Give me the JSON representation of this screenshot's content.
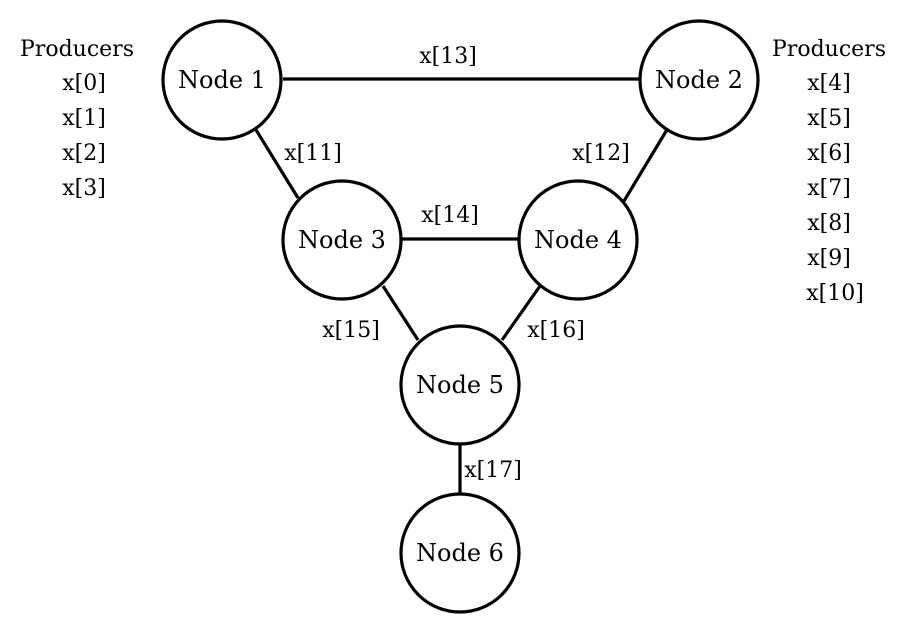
{
  "nodes": [
    {
      "id": "n1",
      "label": "Node 1"
    },
    {
      "id": "n2",
      "label": "Node 2"
    },
    {
      "id": "n3",
      "label": "Node 3"
    },
    {
      "id": "n4",
      "label": "Node 4"
    },
    {
      "id": "n5",
      "label": "Node 5"
    },
    {
      "id": "n6",
      "label": "Node 6"
    }
  ],
  "edges": [
    {
      "id": "e13",
      "from": "n1",
      "to": "n2",
      "label": "x[13]"
    },
    {
      "id": "e11",
      "from": "n1",
      "to": "n3",
      "label": "x[11]"
    },
    {
      "id": "e12",
      "from": "n2",
      "to": "n4",
      "label": "x[12]"
    },
    {
      "id": "e14",
      "from": "n3",
      "to": "n4",
      "label": "x[14]"
    },
    {
      "id": "e15",
      "from": "n3",
      "to": "n5",
      "label": "x[15]"
    },
    {
      "id": "e16",
      "from": "n4",
      "to": "n5",
      "label": "x[16]"
    },
    {
      "id": "e17",
      "from": "n5",
      "to": "n6",
      "label": "x[17]"
    }
  ],
  "producers": {
    "left": {
      "title": "Producers",
      "node": "n1",
      "items": [
        "x[0]",
        "x[1]",
        "x[2]",
        "x[3]"
      ]
    },
    "right": {
      "title": "Producers",
      "node": "n2",
      "items": [
        "x[4]",
        "x[5]",
        "x[6]",
        "x[7]",
        "x[8]",
        "x[9]",
        "x[10]"
      ]
    }
  }
}
